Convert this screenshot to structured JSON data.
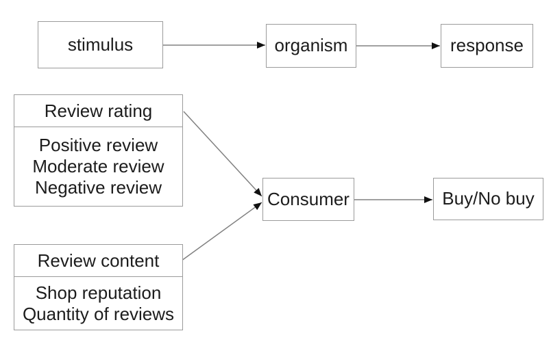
{
  "top_row": {
    "stimulus_label": "stimulus",
    "organism_label": "organism",
    "response_label": "response"
  },
  "review_rating": {
    "title": "Review rating",
    "items": [
      "Positive review",
      "Moderate review",
      "Negative review"
    ]
  },
  "review_content": {
    "title": "Review content",
    "items": [
      "Shop reputation",
      "Quantity of reviews"
    ]
  },
  "consumer_label": "Consumer",
  "outcome_label": "Buy/No buy",
  "edges": [
    {
      "from": "stimulus",
      "to": "organism"
    },
    {
      "from": "organism",
      "to": "response"
    },
    {
      "from": "review-rating",
      "to": "consumer"
    },
    {
      "from": "review-content",
      "to": "consumer"
    },
    {
      "from": "consumer",
      "to": "buy-no-buy"
    }
  ],
  "colors": {
    "background": "#ffffff",
    "box_border": "#9a9a9a",
    "connector_line": "#808080",
    "arrowhead": "#111111",
    "text": "#1c1c1c"
  }
}
